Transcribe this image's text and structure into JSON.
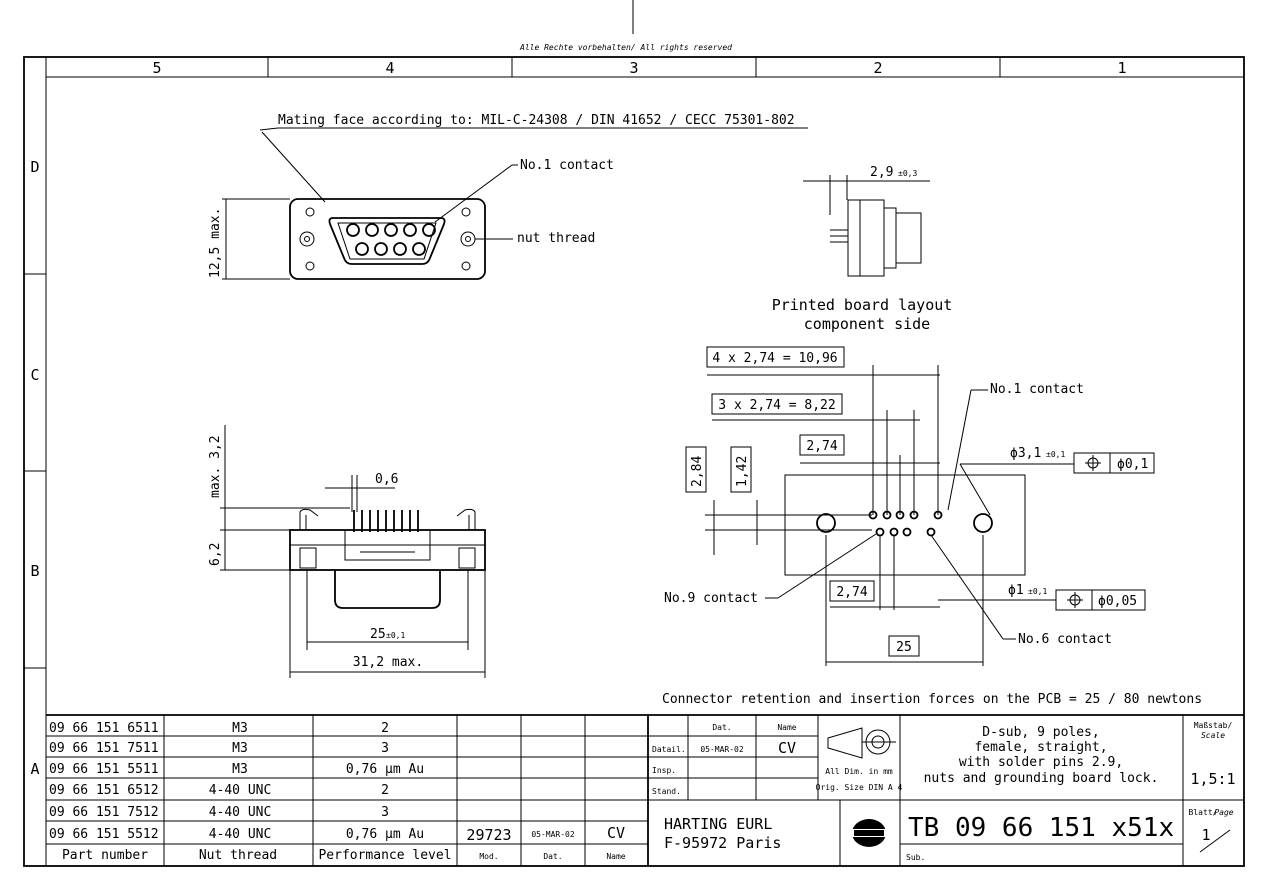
{
  "header": {
    "copyright": "Alle Rechte vorbehalten/ All rights reserved",
    "columns": [
      "5",
      "4",
      "3",
      "2",
      "1"
    ],
    "rows": [
      "D",
      "C",
      "B",
      "A"
    ]
  },
  "drawing": {
    "mating_face_note": "Mating face according to: MIL-C-24308 / DIN 41652 / CECC 75301-802",
    "no1_contact": "No.1 contact",
    "nut_thread": "nut thread",
    "dim_12_5_max": "12,5 max.",
    "dim_2_9": "2,9",
    "tol_0_3": "±0,3",
    "pcb_layout_title_1": "Printed board layout",
    "pcb_layout_title_2": "component side",
    "dim_4x274": "4 x 2,74 = 10,96",
    "dim_3x274": "3 x 2,74 = 8,22",
    "dim_274": "2,74",
    "dim_284": "2,84",
    "dim_142": "1,42",
    "dim_phi31": "ϕ3,1",
    "tol_0_1": "±0,1",
    "tol_phi01": "ϕ0,1",
    "dim_phi1": "ϕ1",
    "tol_phi005": "ϕ0,05",
    "no9_contact": "No.9 contact",
    "no6_contact": "No.6 contact",
    "dim_25_box": "25",
    "dim_max_3_2": "max. 3,2",
    "dim_6_2": "6,2",
    "dim_0_6": "0,6",
    "dim_25": "25",
    "dim_31_2": "31,2 max.",
    "retention_note": "Connector retention and insertion forces on the PCB = 25 / 80 newtons"
  },
  "parts_table": {
    "rows": [
      {
        "part": "09 66 151 6511",
        "thread": "M3",
        "level": "2"
      },
      {
        "part": "09 66 151 7511",
        "thread": "M3",
        "level": "3"
      },
      {
        "part": "09 66 151 5511",
        "thread": "M3",
        "level": "0,76 µm Au"
      },
      {
        "part": "09 66 151 6512",
        "thread": "4-40 UNC",
        "level": "2"
      },
      {
        "part": "09 66 151 7512",
        "thread": "4-40 UNC",
        "level": "3"
      },
      {
        "part": "09 66 151 5512",
        "thread": "4-40 UNC",
        "level": "0,76 µm Au"
      }
    ],
    "footer": {
      "part": "Part number",
      "thread": "Nut thread",
      "level": "Performance level"
    },
    "revision": {
      "nr": "29723",
      "date": "05-MAR-02",
      "name": "CV"
    },
    "rev_labels": {
      "mod": "Mod.",
      "date": "Dat.",
      "name": "Name"
    }
  },
  "title_block": {
    "dat_label": "Dat.",
    "name_label": "Name",
    "datail_label": "Datail.",
    "datail_date": "05-MAR-02",
    "datail_name": "CV",
    "insp_label": "Insp.",
    "stand_label": "Stand.",
    "dims_note_1": "All Dim. in mm",
    "dims_note_2": "Orig. Size DIN A 4",
    "description": [
      "D-sub, 9 poles,",
      "female, straight,",
      "with solder pins 2.9,",
      "nuts and grounding board lock."
    ],
    "scale_label_1": "Maßstab/",
    "scale_label_2": "Scale",
    "scale": "1,5:1",
    "company_1": "HARTING EURL",
    "company_2": "F-95972 Paris",
    "drawing_number": "TB 09 66 151 x51x",
    "sub_label": "Sub.",
    "sheet_label_1": "Blatt/",
    "sheet_label_2": "Page",
    "sheet": "1"
  }
}
